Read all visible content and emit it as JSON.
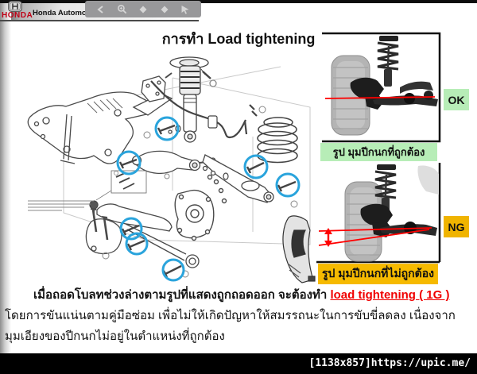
{
  "header": {
    "brand": "HONDA",
    "company": "Honda Automobile (Thailand) Co.,Ltd.",
    "toolbar_icons": [
      "back-arrow-icon",
      "zoom-magnifier-icon",
      "diamond-icon",
      "diamond-icon",
      "pointer-cursor-icon"
    ]
  },
  "slide": {
    "title": "การทำ Load tightening",
    "diagram": {
      "type": "rear-suspension-exploded-view",
      "highlight_circle_count": 7,
      "highlight_color": "#2aa4dc"
    },
    "ok_panel": {
      "badge": "OK",
      "caption": "รูป มุมปีกนกที่ถูกต้อง",
      "badge_bg": "#b7edb7",
      "caption_bg": "#b7edb7",
      "line_color": "#ff0000"
    },
    "ng_panel": {
      "badge": "NG",
      "caption": "รูป มุมปีกนกที่ไม่ถูกต้อง",
      "badge_bg": "#f0b400",
      "caption_bg": "#f6ba00",
      "line_color": "#ff0000"
    },
    "body_text": {
      "line1_prefix": "เมื่อถอดโบลทช่วงล่างตามรูปที่แสดงถูกถอดออก จะต้องทำ ",
      "line1_highlight": "load tightening ( 1G )",
      "line2": "โดยการขันแน่นตามคู่มือซ่อม เพื่อไม่ให้เกิดปัญหาให้สมรรถนะในการขับขี่ลดลง เนื่องจาก",
      "line3": "มุมเอียงของปีกนกไม่อยู่ในตำแหน่งที่ถูกต้อง"
    }
  },
  "footer": {
    "watermark": "[1138x857]https://upic.me/"
  },
  "colors": {
    "brand_red": "#c00016",
    "text_red": "#f00000",
    "highlight_blue": "#2aa4dc",
    "ok_green": "#b7edb7",
    "ng_amber": "#f0b400"
  }
}
